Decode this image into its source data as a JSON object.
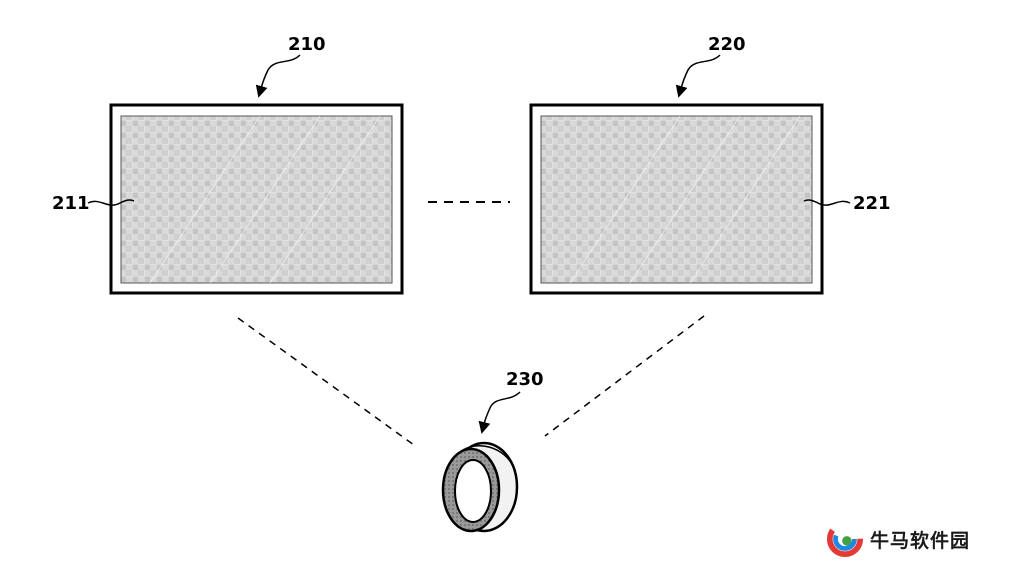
{
  "labels": {
    "display_left": "210",
    "display_right": "220",
    "screen_left": "211",
    "screen_right": "221",
    "ring": "230"
  },
  "watermark": {
    "text": "牛马软件园",
    "icon": "logo-swirl-icon",
    "colors": [
      "#e53935",
      "#1e88e5",
      "#43a047"
    ]
  }
}
